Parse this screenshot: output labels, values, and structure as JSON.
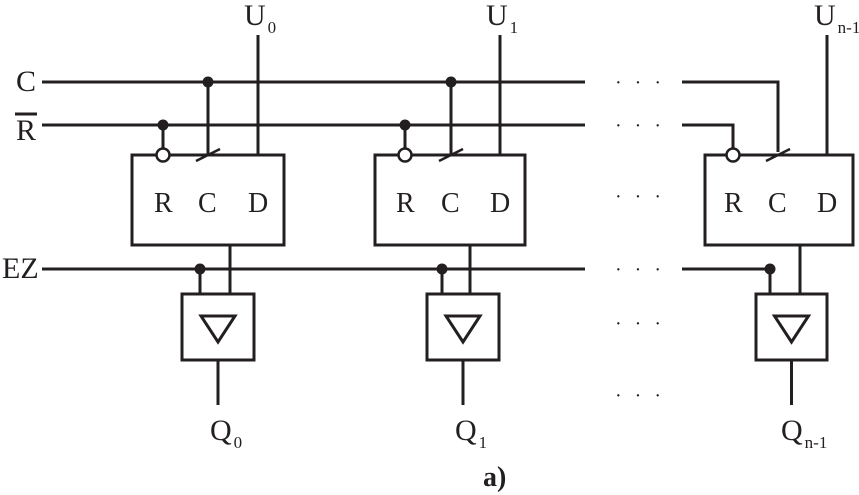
{
  "signals": {
    "clock": "C",
    "reset": "R",
    "enable": "EZ"
  },
  "stages": [
    {
      "input_main": "U",
      "input_sub": "0",
      "output_main": "Q",
      "output_sub": "0"
    },
    {
      "input_main": "U",
      "input_sub": "1",
      "output_main": "Q",
      "output_sub": "1"
    },
    {
      "input_main": "U",
      "input_sub": "n-1",
      "output_main": "Q",
      "output_sub": "n-1"
    }
  ],
  "ports": [
    "R",
    "C",
    "D"
  ],
  "ellipsis": "· · ·",
  "caption": "a)"
}
